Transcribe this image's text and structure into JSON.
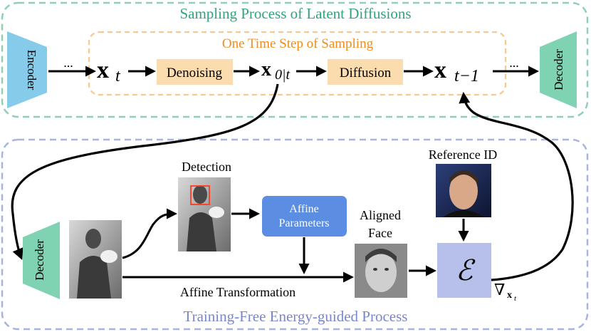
{
  "colors": {
    "sampling_border": "#8fd0b5",
    "sampling_title": "#2fa57c",
    "onestep_border": "#f6c98f",
    "onestep_title": "#f08c1e",
    "training_border": "#a9b4de",
    "training_title": "#7a86cc",
    "encoder_fill": "#86cbea",
    "decoder_fill": "#7fd3b2",
    "orange_box_fill": "#fbdcae",
    "affine_box_fill": "#5b8ee3",
    "energy_box_fill": "#b6c0ea",
    "detection_rect": "#ff3b1f"
  },
  "sampling": {
    "title": "Sampling Process of Latent Diffusions",
    "encoder_label": "Encoder",
    "decoder_label": "Decoder",
    "onestep_title": "One Time Step of Sampling",
    "denoising_label": "Denoising",
    "diffusion_label": "Diffusion",
    "ellipsis_left": "...",
    "ellipsis_right": "..."
  },
  "math": {
    "x_bold": "x",
    "t": "t",
    "x0t_sub": "0|t",
    "tminus1_sub": "t−1",
    "energy_symbol": "ℰ",
    "nabla": "∇"
  },
  "training": {
    "title": "Training-Free Energy-guided Process",
    "decoder_label": "Decoder",
    "detection_label": "Detection",
    "affine_params_line1": "Affine",
    "affine_params_line2": "Parameters",
    "aligned_line1": "Aligned",
    "aligned_line2": "Face",
    "reference_label": "Reference ID",
    "affine_transformation_label": "Affine Transformation"
  },
  "images": {
    "input_photo": "grayscale-portrait-icon",
    "detection_photo": "grayscale-portrait-with-face-box-icon",
    "aligned_face": "grayscale-face-closeup-icon",
    "reference_face": "color-face-closeup-icon"
  }
}
